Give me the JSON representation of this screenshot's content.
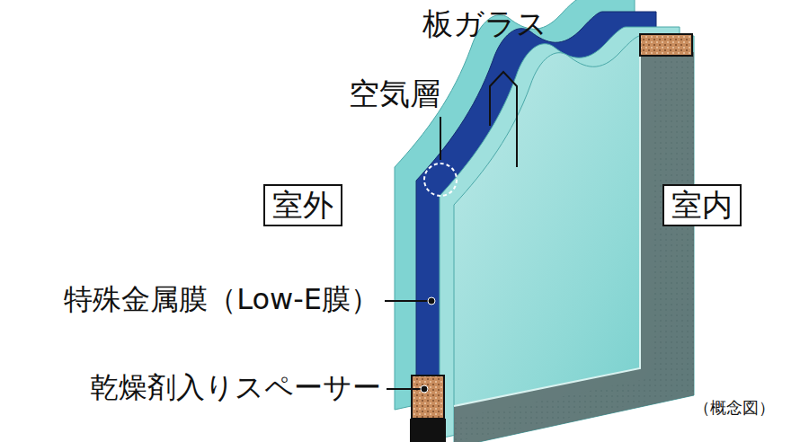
{
  "diagram": {
    "nodes": [
      {
        "text": [
          "室外"
        ]
      },
      {
        "text": [
          "室内"
        ]
      }
    ],
    "labels": [
      "板ガラス",
      "空気層",
      "特殊金属膜（Low-E膜）",
      "乾燥剤入りスペーサー",
      "（概念図）"
    ]
  }
}
